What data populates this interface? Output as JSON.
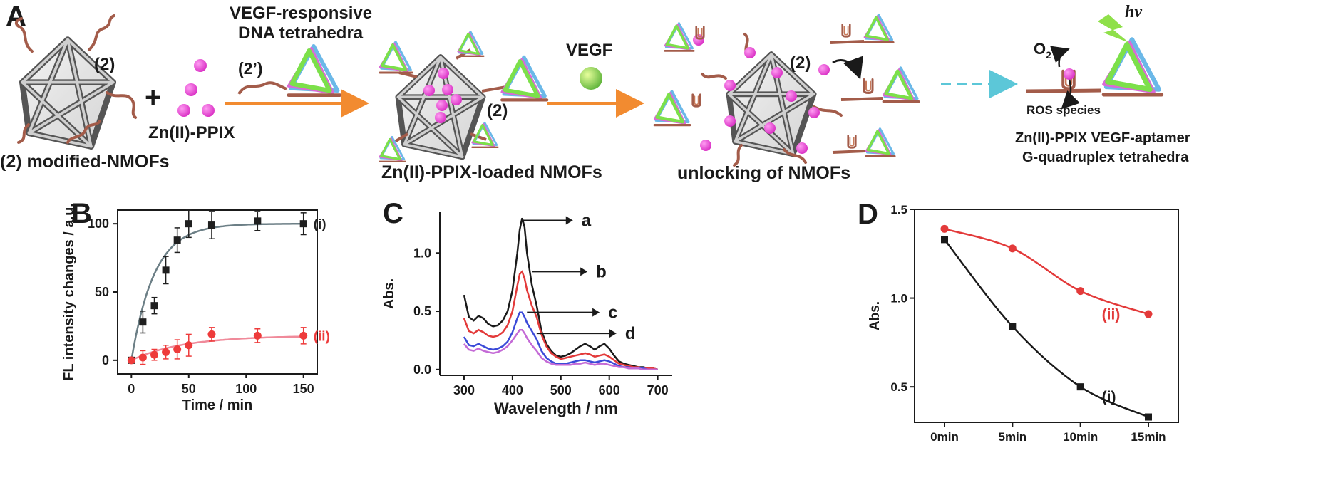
{
  "panel_a": {
    "letter": "A",
    "dna_label_1": "VEGF-responsive",
    "dna_label_2": "DNA tetrahedra",
    "vegf_label": "VEGF",
    "plus": "+",
    "zn_label": "Zn(II)-PPIX",
    "strand_2": "(2)",
    "strand_2p": "(2’)",
    "nmof_label": "(2) modified-NMOFs",
    "loaded_label": "Zn(II)-PPIX-loaded NMOFs",
    "unlock_label": "unlocking of NMOFs",
    "hv": "hv",
    "o2": "O",
    "o2_sub": "2",
    "ros": "ROS species",
    "legend_1": "Zn(II)-PPIX VEGF-aptamer",
    "legend_2": "G-quadruplex  tetrahedra",
    "colors": {
      "arrow": "#f28b30",
      "dashed_arrow": "#5cc7d8",
      "pink": "#e048d0",
      "strand": "#a35c4a",
      "green": "#7ce04a",
      "blue": "#6bb8e8",
      "vegf_ball": "#86c84a"
    }
  },
  "chart_data": [
    {
      "panel": "B",
      "type": "scatter",
      "xlabel": "Time / min",
      "ylabel": "FL intensity changes / a.u.",
      "xlim": [
        -12,
        162
      ],
      "ylim": [
        -10,
        110
      ],
      "xticks": [
        0,
        50,
        100,
        150
      ],
      "yticks": [
        0,
        50,
        100
      ],
      "series": [
        {
          "name": "(i)",
          "color": "#1f1f1f",
          "fit_color": "#6c7f86",
          "marker": "square",
          "x": [
            0,
            10,
            20,
            30,
            40,
            50,
            70,
            110,
            150
          ],
          "y": [
            0,
            28,
            40,
            66,
            88,
            100,
            99,
            102,
            100
          ],
          "err": [
            0,
            8,
            6,
            10,
            9,
            10,
            10,
            7,
            8
          ],
          "fit": {
            "amp": 100,
            "tau": 20
          }
        },
        {
          "name": "(ii)",
          "color": "#ee3b3b",
          "fit_color": "#f08a9a",
          "marker": "circle",
          "x": [
            0,
            10,
            20,
            30,
            40,
            50,
            70,
            110,
            150
          ],
          "y": [
            0,
            2,
            4,
            6,
            8,
            11,
            19,
            18,
            18
          ],
          "err": [
            0,
            5,
            4,
            5,
            7,
            8,
            5,
            5,
            6
          ],
          "fit": {
            "amp": 18,
            "tau": 45
          }
        }
      ]
    },
    {
      "panel": "C",
      "type": "line",
      "xlabel": "Wavelength / nm",
      "ylabel": "Abs.",
      "xlim": [
        250,
        730
      ],
      "ylim": [
        -0.05,
        1.35
      ],
      "xticks": [
        300,
        400,
        500,
        600,
        700
      ],
      "yticks": [
        0.0,
        0.5,
        1.0
      ],
      "ytick_labels": [
        "0.0",
        "0.5",
        "1.0"
      ],
      "series": [
        {
          "name": "a",
          "color": "#1a1a1a",
          "x": [
            300,
            310,
            320,
            330,
            340,
            350,
            360,
            370,
            380,
            390,
            400,
            410,
            415,
            420,
            425,
            430,
            440,
            450,
            460,
            470,
            480,
            490,
            500,
            510,
            520,
            530,
            540,
            550,
            560,
            570,
            580,
            590,
            600,
            610,
            620,
            630,
            640,
            650,
            660,
            670,
            680,
            690,
            700
          ],
          "y": [
            0.64,
            0.45,
            0.42,
            0.46,
            0.44,
            0.39,
            0.37,
            0.38,
            0.42,
            0.5,
            0.68,
            1.0,
            1.2,
            1.3,
            1.22,
            1.0,
            0.73,
            0.55,
            0.33,
            0.22,
            0.16,
            0.12,
            0.11,
            0.12,
            0.14,
            0.17,
            0.2,
            0.22,
            0.2,
            0.17,
            0.2,
            0.22,
            0.18,
            0.12,
            0.07,
            0.05,
            0.04,
            0.03,
            0.02,
            0.02,
            0.01,
            0.01,
            0.0
          ]
        },
        {
          "name": "b",
          "color": "#e33a3a",
          "x": [
            300,
            310,
            320,
            330,
            340,
            350,
            360,
            370,
            380,
            390,
            400,
            410,
            415,
            420,
            425,
            430,
            440,
            450,
            460,
            470,
            480,
            490,
            500,
            510,
            520,
            530,
            540,
            550,
            560,
            570,
            580,
            590,
            600,
            610,
            620,
            630,
            640,
            650,
            660,
            670,
            680,
            690,
            700
          ],
          "y": [
            0.44,
            0.33,
            0.31,
            0.34,
            0.32,
            0.29,
            0.28,
            0.29,
            0.32,
            0.38,
            0.5,
            0.72,
            0.82,
            0.84,
            0.78,
            0.68,
            0.55,
            0.45,
            0.3,
            0.2,
            0.14,
            0.11,
            0.09,
            0.1,
            0.11,
            0.12,
            0.13,
            0.14,
            0.13,
            0.11,
            0.12,
            0.13,
            0.11,
            0.08,
            0.05,
            0.04,
            0.03,
            0.02,
            0.02,
            0.01,
            0.01,
            0.01,
            0.0
          ]
        },
        {
          "name": "c",
          "color": "#3b4ad8",
          "x": [
            300,
            310,
            320,
            330,
            340,
            350,
            360,
            370,
            380,
            390,
            400,
            410,
            415,
            420,
            425,
            430,
            440,
            450,
            460,
            470,
            480,
            490,
            500,
            510,
            520,
            530,
            540,
            550,
            560,
            570,
            580,
            590,
            600,
            610,
            620,
            630,
            640,
            650,
            660,
            670,
            680,
            690,
            700
          ],
          "y": [
            0.28,
            0.21,
            0.2,
            0.22,
            0.2,
            0.18,
            0.17,
            0.18,
            0.2,
            0.24,
            0.32,
            0.44,
            0.49,
            0.49,
            0.45,
            0.4,
            0.33,
            0.26,
            0.16,
            0.1,
            0.07,
            0.05,
            0.05,
            0.05,
            0.06,
            0.07,
            0.08,
            0.08,
            0.07,
            0.06,
            0.07,
            0.08,
            0.07,
            0.05,
            0.03,
            0.02,
            0.02,
            0.01,
            0.01,
            0.01,
            0.0,
            0.0,
            0.0
          ]
        },
        {
          "name": "d",
          "color": "#c46ad6",
          "x": [
            300,
            310,
            320,
            330,
            340,
            350,
            360,
            370,
            380,
            390,
            400,
            410,
            415,
            420,
            425,
            430,
            440,
            450,
            460,
            470,
            480,
            490,
            500,
            510,
            520,
            530,
            540,
            550,
            560,
            570,
            580,
            590,
            600,
            610,
            620,
            630,
            640,
            650,
            660,
            670,
            680,
            690,
            700
          ],
          "y": [
            0.22,
            0.17,
            0.16,
            0.18,
            0.16,
            0.15,
            0.14,
            0.15,
            0.17,
            0.2,
            0.25,
            0.31,
            0.34,
            0.34,
            0.31,
            0.27,
            0.21,
            0.16,
            0.1,
            0.07,
            0.05,
            0.04,
            0.04,
            0.04,
            0.04,
            0.05,
            0.05,
            0.06,
            0.05,
            0.04,
            0.05,
            0.05,
            0.04,
            0.03,
            0.02,
            0.02,
            0.01,
            0.01,
            0.01,
            0.0,
            0.0,
            0.0,
            0.0
          ]
        }
      ]
    },
    {
      "panel": "D",
      "type": "scatter",
      "xlabel": "",
      "ylabel": "Abs.",
      "categories": [
        "0min",
        "5min",
        "10min",
        "15min"
      ],
      "ylim": [
        0.3,
        1.5
      ],
      "yticks": [
        0.5,
        1.0,
        1.5
      ],
      "ytick_labels": [
        "0.5",
        "1.0",
        "1.5"
      ],
      "series": [
        {
          "name": "(i)",
          "color": "#1a1a1a",
          "marker": "square",
          "values": [
            1.33,
            0.84,
            0.5,
            0.33
          ]
        },
        {
          "name": "(ii)",
          "color": "#e33a3a",
          "marker": "circle",
          "values": [
            1.39,
            1.28,
            1.04,
            0.91
          ]
        }
      ]
    }
  ]
}
